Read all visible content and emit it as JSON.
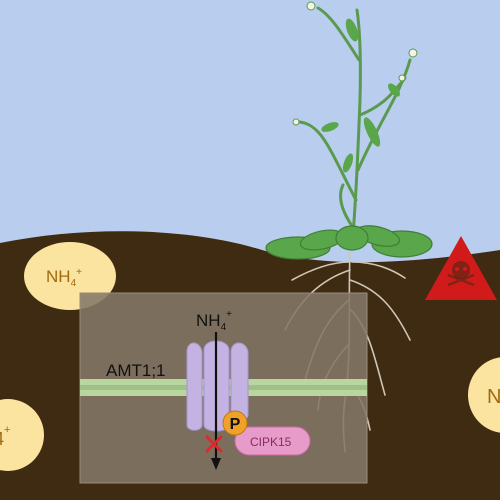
{
  "labels": {
    "ion_top_left": "NH",
    "ion_top_left_sub": "4",
    "ion_top_left_sup": "+",
    "ion_bottom_left_sub": "4",
    "ion_bottom_left_sup": "+",
    "ion_right_partial": "N",
    "inset_ion": "NH",
    "inset_ion_sub": "4",
    "inset_ion_sup": "+",
    "transporter": "AMT1;1",
    "phospho": "P",
    "kinase": "CIPK15"
  },
  "colors": {
    "sky": "#b9cdee",
    "soil": "#3f2a12",
    "ion_bubble": "#fbe3a0",
    "ion_text": "#a06a10",
    "membrane": "#b9d5a0",
    "transporter": "#c3b2e2",
    "phospho_circle": "#f0a12a",
    "kinase": "#e79bc8",
    "kinase_text": "#8a2a6a",
    "block_mark": "#e0282a",
    "warning": "#d11a1a",
    "leaf": "#5aa64a",
    "stem": "#5a9a4e"
  },
  "icons": {
    "warning": "toxic-skull-warning-icon",
    "block": "x-mark-icon"
  }
}
